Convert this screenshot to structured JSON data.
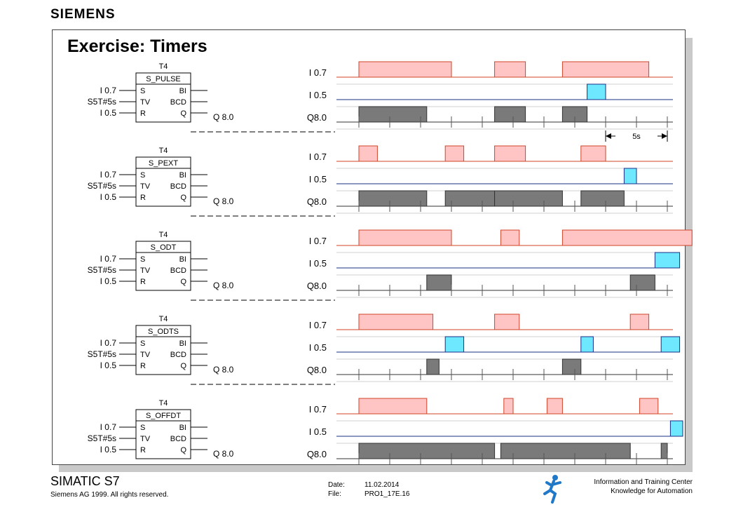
{
  "header": {
    "logo": "SIEMENS"
  },
  "slide": {
    "title": "Exercise: Timers"
  },
  "timers": [
    {
      "id": "T4",
      "type": "S_PULSE",
      "in_s": "I 0.7",
      "in_tv": "S5T#5s",
      "in_r": "I 0.5",
      "out_q": "Q 8.0",
      "pins_left": [
        "S",
        "TV",
        "R"
      ],
      "pins_right": [
        "BI",
        "BCD",
        "Q"
      ],
      "signals": [
        {
          "label": "I 0.7",
          "role": "input",
          "color": "#ffc4c4",
          "pulses": [
            [
              0,
              3
            ],
            [
              4.4,
              5.4
            ],
            [
              6.6,
              9.4
            ]
          ]
        },
        {
          "label": "I 0.5",
          "role": "reset",
          "color": "#6ee8ff",
          "pulses": [
            [
              7.4,
              8
            ]
          ]
        },
        {
          "label": "Q8.0",
          "role": "output",
          "color": "#7a7a7a",
          "pulses": [
            [
              0,
              2.2
            ],
            [
              4.4,
              5.4
            ],
            [
              6.6,
              7.4
            ]
          ]
        }
      ]
    },
    {
      "id": "T4",
      "type": "S_PEXT",
      "in_s": "I 0.7",
      "in_tv": "S5T#5s",
      "in_r": "I 0.5",
      "out_q": "Q 8.0",
      "pins_left": [
        "S",
        "TV",
        "R"
      ],
      "pins_right": [
        "BI",
        "BCD",
        "Q"
      ],
      "signals": [
        {
          "label": "I 0.7",
          "role": "input",
          "color": "#ffc4c4",
          "pulses": [
            [
              0,
              0.6
            ],
            [
              2.8,
              3.4
            ],
            [
              4.4,
              5.4
            ],
            [
              7.2,
              8
            ]
          ]
        },
        {
          "label": "I 0.5",
          "role": "reset",
          "color": "#6ee8ff",
          "pulses": [
            [
              8.6,
              9
            ]
          ]
        },
        {
          "label": "Q8.0",
          "role": "output",
          "color": "#7a7a7a",
          "pulses": [
            [
              0,
              2.2
            ],
            [
              2.8,
              4.4
            ],
            [
              4.4,
              6.6
            ],
            [
              7.2,
              8.6
            ]
          ]
        }
      ]
    },
    {
      "id": "T4",
      "type": "S_ODT",
      "in_s": "I 0.7",
      "in_tv": "S5T#5s",
      "in_r": "I 0.5",
      "out_q": "Q 8.0",
      "pins_left": [
        "S",
        "TV",
        "R"
      ],
      "pins_right": [
        "BI",
        "BCD",
        "Q"
      ],
      "signals": [
        {
          "label": "I 0.7",
          "role": "input",
          "color": "#ffc4c4",
          "pulses": [
            [
              0,
              3
            ],
            [
              4.6,
              5.2
            ],
            [
              6.6,
              10.8
            ]
          ]
        },
        {
          "label": "I 0.5",
          "role": "reset",
          "color": "#6ee8ff",
          "pulses": [
            [
              9.6,
              10.4
            ]
          ]
        },
        {
          "label": "Q8.0",
          "role": "output",
          "color": "#7a7a7a",
          "pulses": [
            [
              2.2,
              3
            ],
            [
              8.8,
              9.6
            ]
          ]
        }
      ]
    },
    {
      "id": "T4",
      "type": "S_ODTS",
      "in_s": "I 0.7",
      "in_tv": "S5T#5s",
      "in_r": "I 0.5",
      "out_q": "Q 8.0",
      "pins_left": [
        "S",
        "TV",
        "R"
      ],
      "pins_right": [
        "BI",
        "BCD",
        "Q"
      ],
      "signals": [
        {
          "label": "I 0.7",
          "role": "input",
          "color": "#ffc4c4",
          "pulses": [
            [
              0,
              2.4
            ],
            [
              4.4,
              5.2
            ],
            [
              8.8,
              9.4
            ]
          ]
        },
        {
          "label": "I 0.5",
          "role": "reset",
          "color": "#6ee8ff",
          "pulses": [
            [
              2.8,
              3.4
            ],
            [
              7.2,
              7.6
            ],
            [
              9.8,
              10.4
            ]
          ]
        },
        {
          "label": "Q8.0",
          "role": "output",
          "color": "#7a7a7a",
          "pulses": [
            [
              2.2,
              2.6
            ],
            [
              6.6,
              7.2
            ]
          ]
        }
      ]
    },
    {
      "id": "T4",
      "type": "S_OFFDT",
      "in_s": "I 0.7",
      "in_tv": "S5T#5s",
      "in_r": "I 0.5",
      "out_q": "Q 8.0",
      "pins_left": [
        "S",
        "TV",
        "R"
      ],
      "pins_right": [
        "BI",
        "BCD",
        "Q"
      ],
      "signals": [
        {
          "label": "I 0.7",
          "role": "input",
          "color": "#ffc4c4",
          "pulses": [
            [
              0,
              2.2
            ],
            [
              4.7,
              5
            ],
            [
              6.1,
              6.6
            ],
            [
              9.1,
              9.7
            ]
          ]
        },
        {
          "label": "I 0.5",
          "role": "reset",
          "color": "#6ee8ff",
          "pulses": [
            [
              10.1,
              10.5
            ]
          ]
        },
        {
          "label": "Q8.0",
          "role": "output",
          "color": "#7a7a7a",
          "pulses": [
            [
              0,
              4.4
            ],
            [
              4.6,
              8.8
            ],
            [
              9.8,
              10
            ]
          ]
        }
      ]
    }
  ],
  "time_axis": {
    "tick_count": 11,
    "duration_annotation": "5s"
  },
  "footer": {
    "brand": "SIMATIC S7",
    "copyright": "Siemens AG 1999. All rights reserved.",
    "date_label": "Date:",
    "date_value": "11.02.2014",
    "file_label": "File:",
    "file_value": "PRO1_17E.16",
    "center_line1": "Information and Training Center",
    "center_line2": "Knowledge for Automation"
  }
}
